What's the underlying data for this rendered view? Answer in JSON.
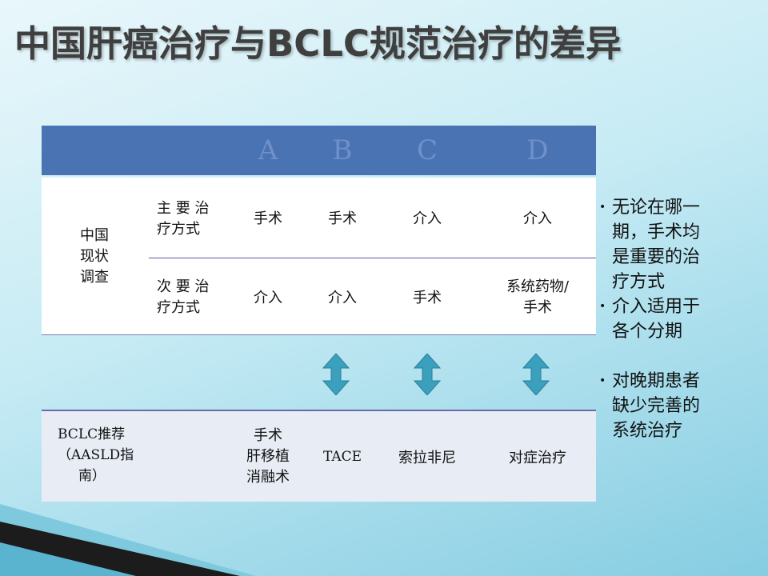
{
  "title": "中国肝癌治疗与BCLC规范治疗的差异",
  "table": {
    "columns": [
      "A",
      "B",
      "C",
      "D"
    ],
    "group_label": [
      "中国",
      "现状",
      "调查"
    ],
    "rows": [
      {
        "label": [
          "主 要 治",
          "疗方式"
        ],
        "cells": [
          "手术",
          "手术",
          "介入",
          "介入"
        ]
      },
      {
        "label": [
          "次 要 治",
          "疗方式"
        ],
        "cells": [
          "介入",
          "介入",
          "手术",
          "系统药物/ 手术"
        ]
      }
    ]
  },
  "bclc": {
    "label": [
      "BCLC推荐",
      "（AASLD指",
      "南）"
    ],
    "cells": [
      [
        "手术",
        "肝移植",
        "消融术"
      ],
      [
        "TACE"
      ],
      [
        "索拉非尼"
      ],
      [
        "对症治疗"
      ]
    ]
  },
  "bullets": [
    [
      "无论在哪一",
      "期，手术均",
      "是重要的治",
      "疗方式"
    ],
    [
      "介入适用于",
      "各个分期"
    ],
    [
      "对晚期患者",
      "缺少完善的",
      "系统治疗"
    ]
  ],
  "colors": {
    "header": "#4a73b4",
    "arrow": "#3aa0bd",
    "title": "#3f3f3f"
  }
}
